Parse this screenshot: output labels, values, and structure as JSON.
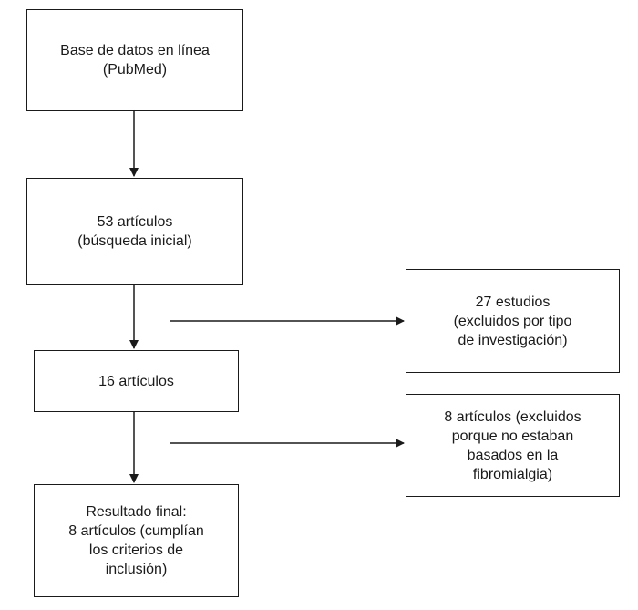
{
  "nodes": {
    "source": {
      "text": "Base de datos en línea\n(PubMed)"
    },
    "initial": {
      "text": "53 artículos\n(búsqueda inicial)"
    },
    "filtered": {
      "text": "16 artículos"
    },
    "final": {
      "text": "Resultado final:\n8 artículos (cumplían\nlos criterios de\ninclusión)"
    },
    "excluded_type": {
      "text": "27 estudios\n(excluidos por tipo\nde investigación)"
    },
    "excluded_fibro": {
      "text": "8 artículos (excluidos\nporque no estaban\nbasados en la\nfibromialgia)"
    }
  }
}
